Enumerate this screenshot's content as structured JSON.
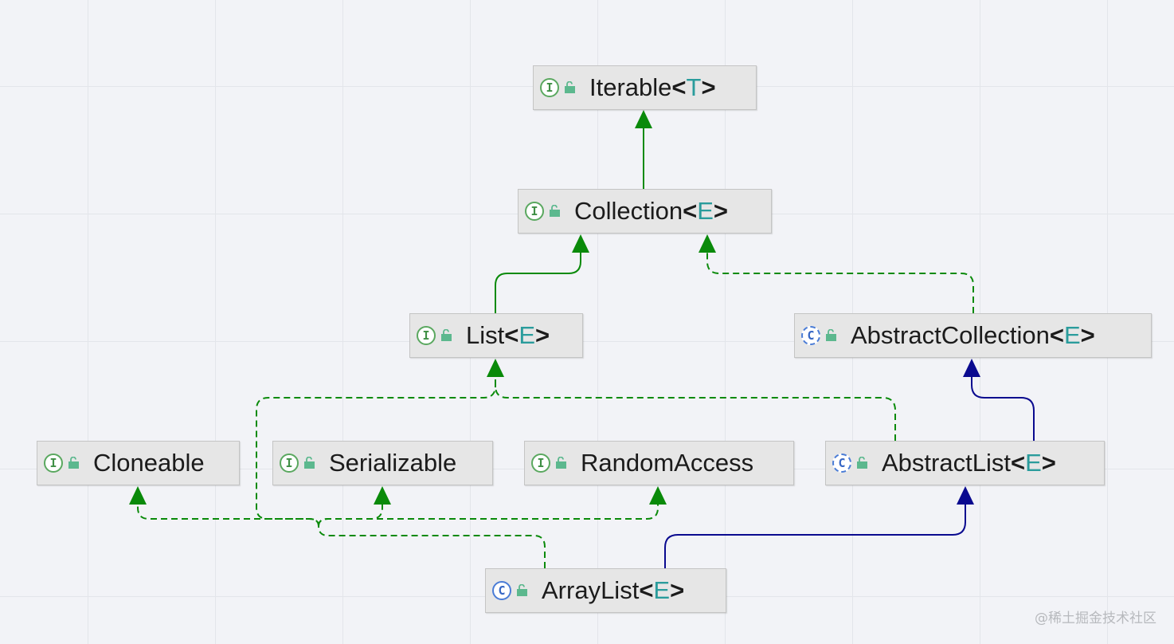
{
  "nodes": [
    {
      "id": "iterable",
      "name": "Iterable",
      "type_param": "T",
      "kind": "interface",
      "kind_letter": "I"
    },
    {
      "id": "collection",
      "name": "Collection",
      "type_param": "E",
      "kind": "interface",
      "kind_letter": "I"
    },
    {
      "id": "list",
      "name": "List",
      "type_param": "E",
      "kind": "interface",
      "kind_letter": "I"
    },
    {
      "id": "abstract-collection",
      "name": "AbstractCollection",
      "type_param": "E",
      "kind": "abstract",
      "kind_letter": "C"
    },
    {
      "id": "cloneable",
      "name": "Cloneable",
      "type_param": "",
      "kind": "interface",
      "kind_letter": "I"
    },
    {
      "id": "serializable",
      "name": "Serializable",
      "type_param": "",
      "kind": "interface",
      "kind_letter": "I"
    },
    {
      "id": "random-access",
      "name": "RandomAccess",
      "type_param": "",
      "kind": "interface",
      "kind_letter": "I"
    },
    {
      "id": "abstract-list",
      "name": "AbstractList",
      "type_param": "E",
      "kind": "abstract",
      "kind_letter": "C"
    },
    {
      "id": "array-list",
      "name": "ArrayList",
      "type_param": "E",
      "kind": "class",
      "kind_letter": "C"
    }
  ],
  "edges": [
    {
      "from": "collection",
      "to": "iterable",
      "relation": "extends"
    },
    {
      "from": "list",
      "to": "collection",
      "relation": "extends"
    },
    {
      "from": "abstract-collection",
      "to": "collection",
      "relation": "implements"
    },
    {
      "from": "abstract-list",
      "to": "abstract-collection",
      "relation": "inherits"
    },
    {
      "from": "abstract-list",
      "to": "list",
      "relation": "implements"
    },
    {
      "from": "array-list",
      "to": "list",
      "relation": "implements"
    },
    {
      "from": "array-list",
      "to": "cloneable",
      "relation": "implements"
    },
    {
      "from": "array-list",
      "to": "serializable",
      "relation": "implements"
    },
    {
      "from": "array-list",
      "to": "random-access",
      "relation": "implements"
    },
    {
      "from": "array-list",
      "to": "abstract-list",
      "relation": "inherits"
    }
  ],
  "colors": {
    "interface_edge": "#0a8a0a",
    "class_edge": "#0a0a8f",
    "type_param": "#2a9c9c",
    "interface_icon": "#5aa85f",
    "class_icon": "#4a7cd6",
    "lock_icon": "#5cb88e"
  },
  "icons": {
    "kind": "kind-badge-icon",
    "visibility": "lock-icon"
  },
  "watermark": "@稀土掘金技术社区"
}
